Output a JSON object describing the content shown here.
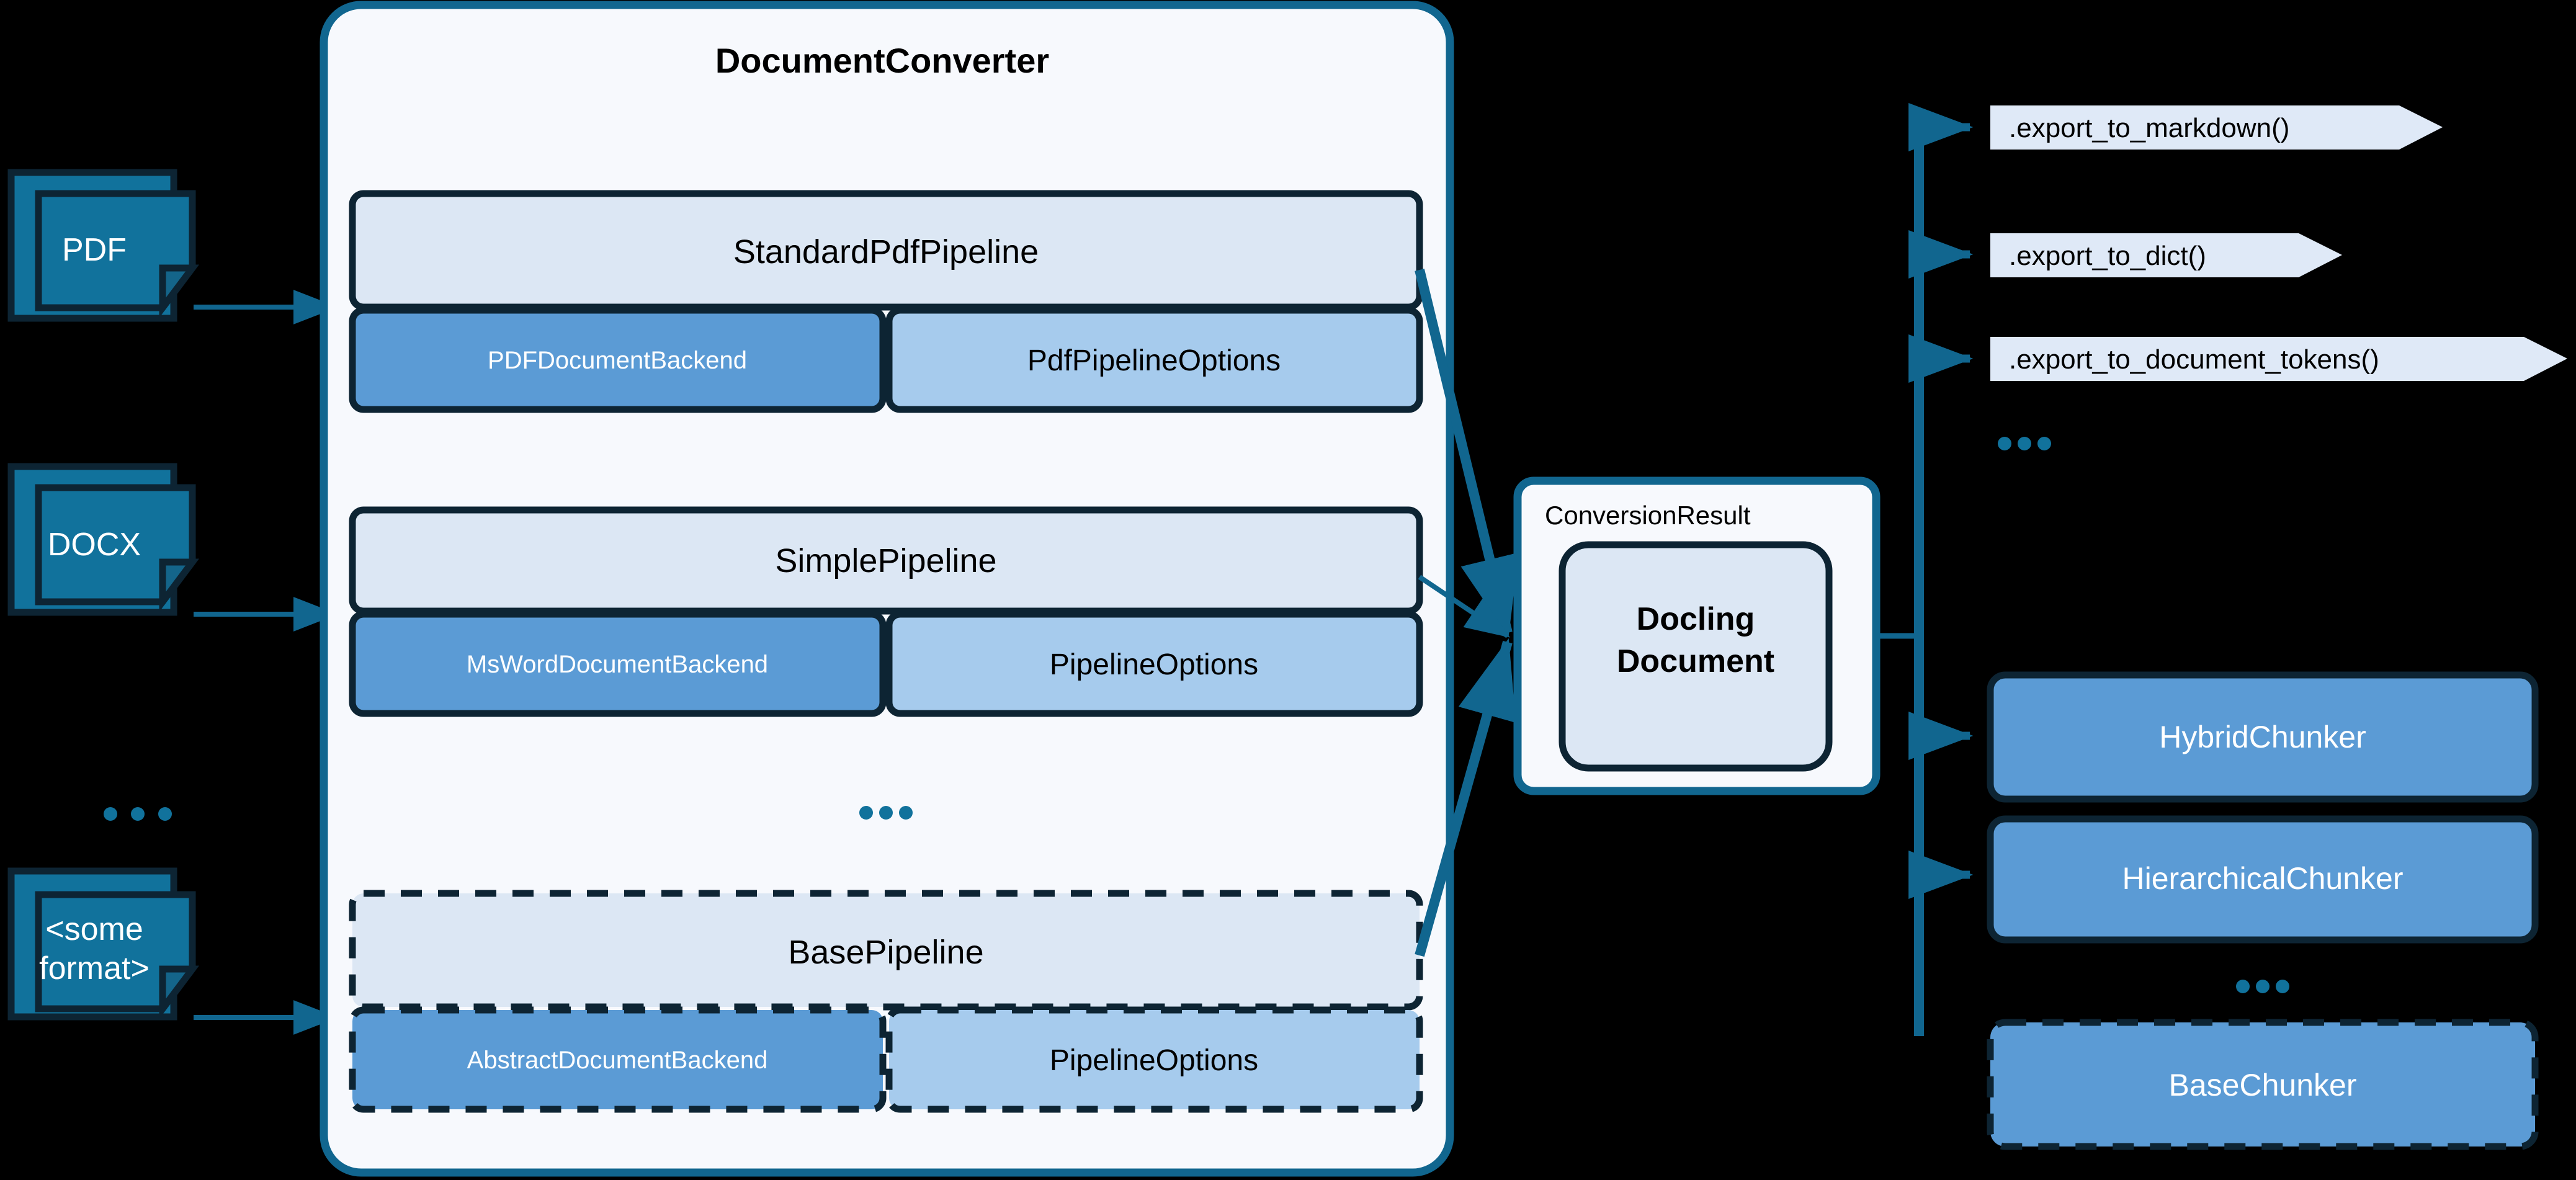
{
  "background_color": "#000000",
  "palette": {
    "doc_fill": "#11729c",
    "doc_stroke": "#0d2433",
    "panel_fill": "#f7f9fd",
    "panel_stroke": "#11668f",
    "pipeline_header_fill": "#dce7f4",
    "pipeline_stroke": "#0d2433",
    "backend_fill": "#5b9bd5",
    "options_fill": "#a6cbed",
    "export_fill": "#dfe9f7",
    "chunker_fill": "#5b9bd5",
    "arrow_color": "#11668f",
    "ellipsis_color": "#11729c",
    "docling_fill": "#dce7f4"
  },
  "inputs": {
    "documents": [
      {
        "label": "PDF"
      },
      {
        "label": "DOCX"
      },
      {
        "label_line1": "<some",
        "label_line2": "format>"
      }
    ],
    "ellipsis": "..."
  },
  "converter": {
    "title": "DocumentConverter",
    "ellipsis": "...",
    "pipelines": [
      {
        "name": "StandardPdfPipeline",
        "backend": "PDFDocumentBackend",
        "options": "PdfPipelineOptions",
        "dashed": false
      },
      {
        "name": "SimplePipeline",
        "backend": "MsWordDocumentBackend",
        "options": "PipelineOptions",
        "dashed": false
      },
      {
        "name": "BasePipeline",
        "backend": "AbstractDocumentBackend",
        "options": "PipelineOptions",
        "dashed": true
      }
    ]
  },
  "result": {
    "label": "ConversionResult",
    "document_line1": "Docling",
    "document_line2": "Document"
  },
  "exports": {
    "items": [
      {
        "label": ".export_to_markdown()"
      },
      {
        "label": ".export_to_dict()"
      },
      {
        "label": ".export_to_document_tokens()"
      }
    ],
    "ellipsis": "..."
  },
  "chunkers": {
    "items": [
      {
        "label": "HybridChunker",
        "dashed": false
      },
      {
        "label": "HierarchicalChunker",
        "dashed": false
      },
      {
        "label": "BaseChunker",
        "dashed": true
      }
    ],
    "ellipsis": "..."
  }
}
